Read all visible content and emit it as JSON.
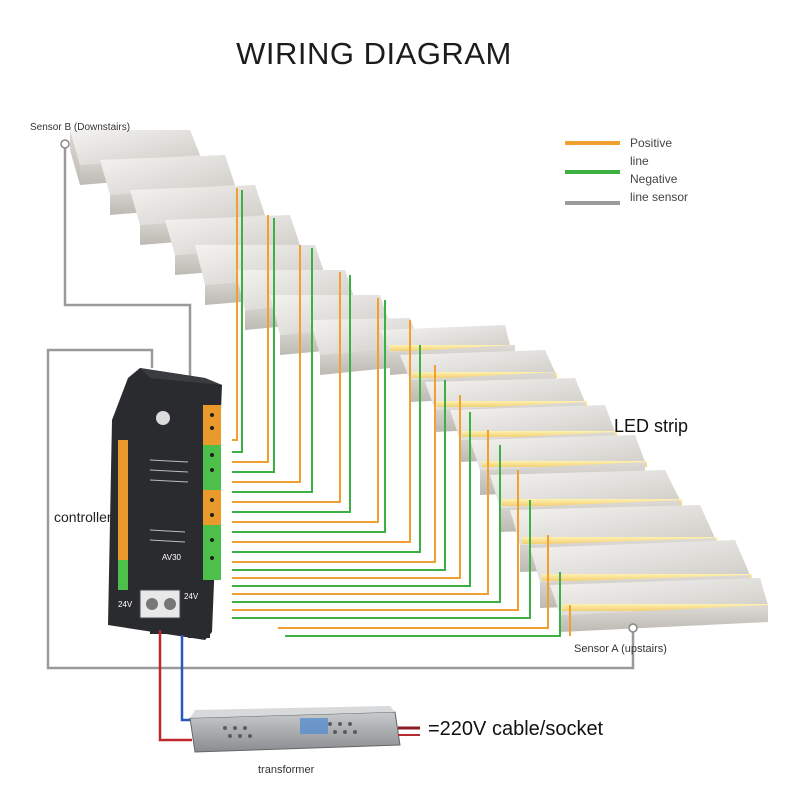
{
  "title": "WIRING DIAGRAM",
  "legend": [
    {
      "label": "Positive line",
      "color": "#f0a030"
    },
    {
      "label": "Negative line",
      "color": "#3cb043"
    },
    {
      "label": "sensor",
      "color": "#9a9a9a"
    }
  ],
  "legend_lines": [
    "Positive",
    "line",
    "Negative",
    "line sensor"
  ],
  "labels": {
    "sensor_b": "Sensor B (Downstairs)",
    "sensor_a": "Sensor A (upstairs)",
    "led_strip": "LED strip",
    "controller": "controller",
    "power": "=220V cable/socket",
    "transformer": "transformer"
  },
  "controller_marks": {
    "input_left": "24V",
    "input_right": "24V",
    "model": "AV30"
  }
}
